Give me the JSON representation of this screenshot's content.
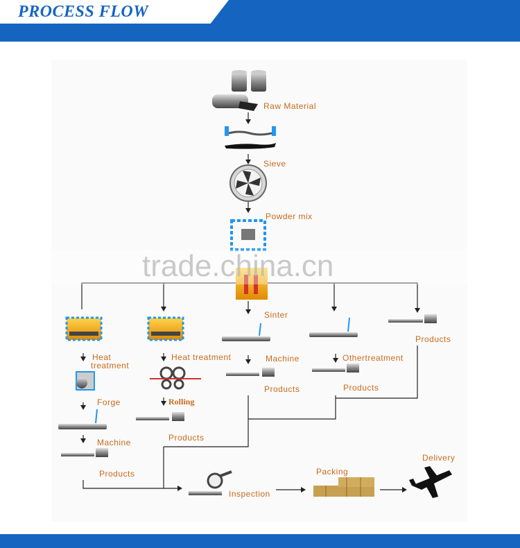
{
  "header": {
    "title": "PROCESS FLOW"
  },
  "watermark": "trade.china.cn",
  "steps": {
    "raw_material": "Raw Material",
    "sieve": "Sieve",
    "powder_mix": "Powder mix",
    "sinter": "Sinter",
    "heat_treatment_left": "Heat\ntreatment",
    "heat_treatment_left_1": "Heat",
    "heat_treatment_left_2": "treatment",
    "heat_treatment_mid": "Heat treatment",
    "forge": "Forge",
    "rolling": "Rolling",
    "machine_left": "Machine",
    "machine_mid": "Machine",
    "othertreatment": "Othertreatment",
    "products_branch1": "Products",
    "products_branch2": "Products",
    "products_branch3": "Products",
    "products_branch4": "Products",
    "products_branch5": "Products",
    "inspection": "Inspection",
    "packing": "Packing",
    "delivery": "Delivery"
  },
  "colors": {
    "accent": "#1565c0",
    "label": "#c96a1a",
    "line": "#222222"
  }
}
